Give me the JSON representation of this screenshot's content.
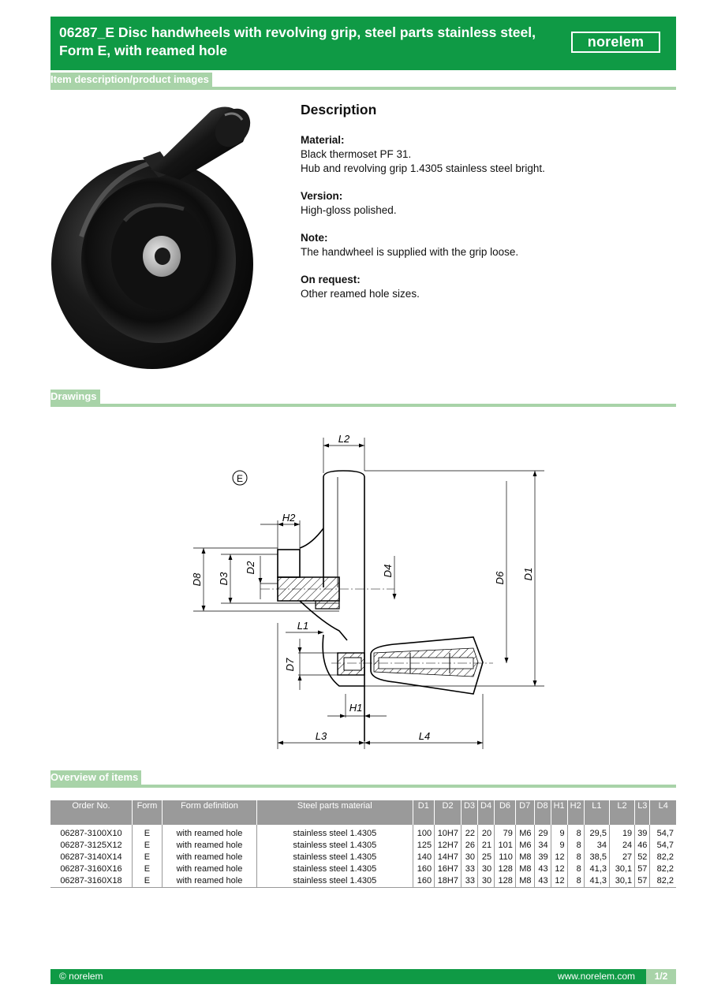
{
  "header": {
    "title": "06287_E Disc handwheels with revolving grip, steel parts stainless steel, Form E, with reamed hole",
    "logo_text": "norelem"
  },
  "sections": {
    "images": "Item description/product images",
    "drawings": "Drawings",
    "overview": "Overview of items"
  },
  "description": {
    "heading": "Description",
    "groups": [
      {
        "title": "Material:",
        "lines": [
          "Black thermoset PF 31.",
          "Hub and revolving grip 1.4305 stainless steel bright."
        ]
      },
      {
        "title": "Version:",
        "lines": [
          "High-gloss polished."
        ]
      },
      {
        "title": "Note:",
        "lines": [
          "The handwheel is supplied with the grip loose."
        ]
      },
      {
        "title": "On request:",
        "lines": [
          "Other reamed hole sizes."
        ]
      }
    ]
  },
  "drawing_labels": {
    "form": "E",
    "L2": "L2",
    "H2": "H2",
    "D8": "D8",
    "D3": "D3",
    "D2": "D2",
    "D4": "D4",
    "D6": "D6",
    "D1": "D1",
    "L1": "L1",
    "D7": "D7",
    "H1": "H1",
    "L3": "L3",
    "L4": "L4"
  },
  "table": {
    "headers": [
      "Order No.",
      "Form",
      "Form definition",
      "Steel parts material",
      "D1",
      "D2",
      "D3",
      "D4",
      "D6",
      "D7",
      "D8",
      "H1",
      "H2",
      "L1",
      "L2",
      "L3",
      "L4"
    ],
    "rows": [
      [
        "06287-3100X10",
        "E",
        "with reamed hole",
        "stainless steel 1.4305",
        "100",
        "10H7",
        "22",
        "20",
        "79",
        "M6",
        "29",
        "9",
        "8",
        "29,5",
        "19",
        "39",
        "54,7"
      ],
      [
        "06287-3125X12",
        "E",
        "with reamed hole",
        "stainless steel 1.4305",
        "125",
        "12H7",
        "26",
        "21",
        "101",
        "M6",
        "34",
        "9",
        "8",
        "34",
        "24",
        "46",
        "54,7"
      ],
      [
        "06287-3140X14",
        "E",
        "with reamed hole",
        "stainless steel 1.4305",
        "140",
        "14H7",
        "30",
        "25",
        "110",
        "M8",
        "39",
        "12",
        "8",
        "38,5",
        "27",
        "52",
        "82,2"
      ],
      [
        "06287-3160X16",
        "E",
        "with reamed hole",
        "stainless steel 1.4305",
        "160",
        "16H7",
        "33",
        "30",
        "128",
        "M8",
        "43",
        "12",
        "8",
        "41,3",
        "30,1",
        "57",
        "82,2"
      ],
      [
        "06287-3160X18",
        "E",
        "with reamed hole",
        "stainless steel 1.4305",
        "160",
        "18H7",
        "33",
        "30",
        "128",
        "M8",
        "43",
        "12",
        "8",
        "41,3",
        "30,1",
        "57",
        "82,2"
      ]
    ]
  },
  "footer": {
    "copyright": "© norelem",
    "url": "www.norelem.com",
    "page": "1/2"
  },
  "colors": {
    "brand_green": "#0f9a45",
    "light_green": "#a8d3a8",
    "table_header_gray": "#9a9a9a"
  }
}
